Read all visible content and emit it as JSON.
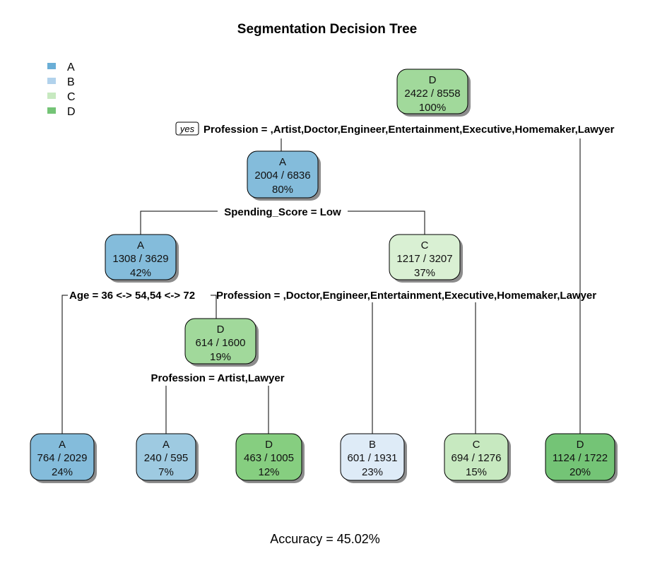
{
  "title": "Segmentation Decision Tree",
  "footer": "Accuracy = 45.02%",
  "yes_label": "yes",
  "legend": [
    {
      "label": "A",
      "color": "#6aaed6"
    },
    {
      "label": "B",
      "color": "#b1d2ec"
    },
    {
      "label": "C",
      "color": "#c7e9c0"
    },
    {
      "label": "D",
      "color": "#74c476"
    }
  ],
  "nodes": {
    "root": {
      "class": "D",
      "counts": "2422 / 8558",
      "pct": "100%",
      "fill": "#a1d99b"
    },
    "n2": {
      "class": "A",
      "counts": "2004 / 6836",
      "pct": "80%",
      "fill": "#84bcdb"
    },
    "n4": {
      "class": "A",
      "counts": "1308 / 3629",
      "pct": "42%",
      "fill": "#84bcdb"
    },
    "n5": {
      "class": "C",
      "counts": "1217 / 3207",
      "pct": "37%",
      "fill": "#d9f0d3"
    },
    "n9": {
      "class": "D",
      "counts": "614 / 1600",
      "pct": "19%",
      "fill": "#a1d99b"
    },
    "leaf1": {
      "class": "A",
      "counts": "764 / 2029",
      "pct": "24%",
      "fill": "#84bcdb"
    },
    "leaf2": {
      "class": "A",
      "counts": "240 / 595",
      "pct": "7%",
      "fill": "#9ecae1"
    },
    "leaf3": {
      "class": "D",
      "counts": "463 / 1005",
      "pct": "12%",
      "fill": "#86ce80"
    },
    "leaf4": {
      "class": "B",
      "counts": "601 / 1931",
      "pct": "23%",
      "fill": "#deebf7"
    },
    "leaf5": {
      "class": "C",
      "counts": "694 / 1276",
      "pct": "15%",
      "fill": "#c7e9c0"
    },
    "leaf6": {
      "class": "D",
      "counts": "1124 / 1722",
      "pct": "20%",
      "fill": "#74c476"
    }
  },
  "splits": {
    "root": "Profession = ,Artist,Doctor,Engineer,Entertainment,Executive,Homemaker,Lawyer",
    "n2": "Spending_Score = Low",
    "n4": "Age = 36 <-> 54,54 <-> 72",
    "n5": "Profession = ,Doctor,Engineer,Entertainment,Executive,Homemaker,Lawyer",
    "n9": "Profession = Artist,Lawyer"
  }
}
